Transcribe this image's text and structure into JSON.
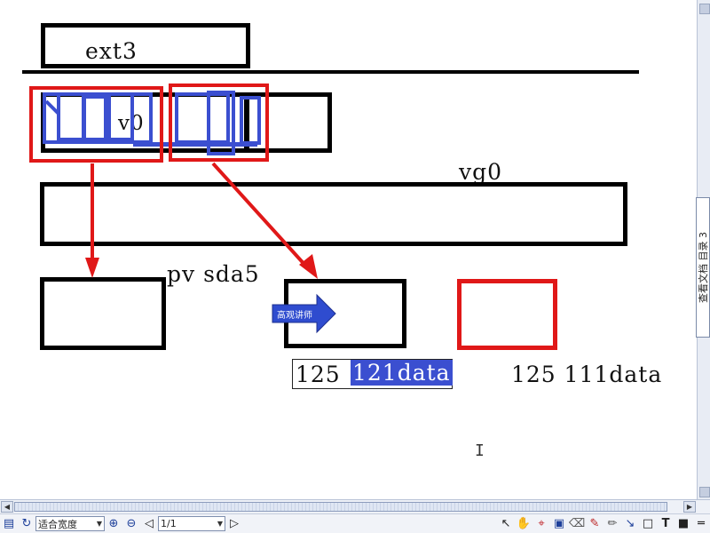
{
  "diagram": {
    "label_ext3": "ext3",
    "label_lv0": "v0",
    "label_vg0": "vg0",
    "label_pv": "pv sda5",
    "label_data1_num": "125",
    "label_data1_sel": "121data",
    "label_data2": "125 111data",
    "arrow_tooltip": "高观讲师"
  },
  "sidebar": {
    "tab_label": "查看文档 目录 3"
  },
  "toolbar": {
    "zoom_value": "适合宽度",
    "page_value": "1/1"
  },
  "colors": {
    "red": "#e01818",
    "blue": "#3b4fd0",
    "black": "#000000",
    "highlight": "#3b4fd0"
  }
}
